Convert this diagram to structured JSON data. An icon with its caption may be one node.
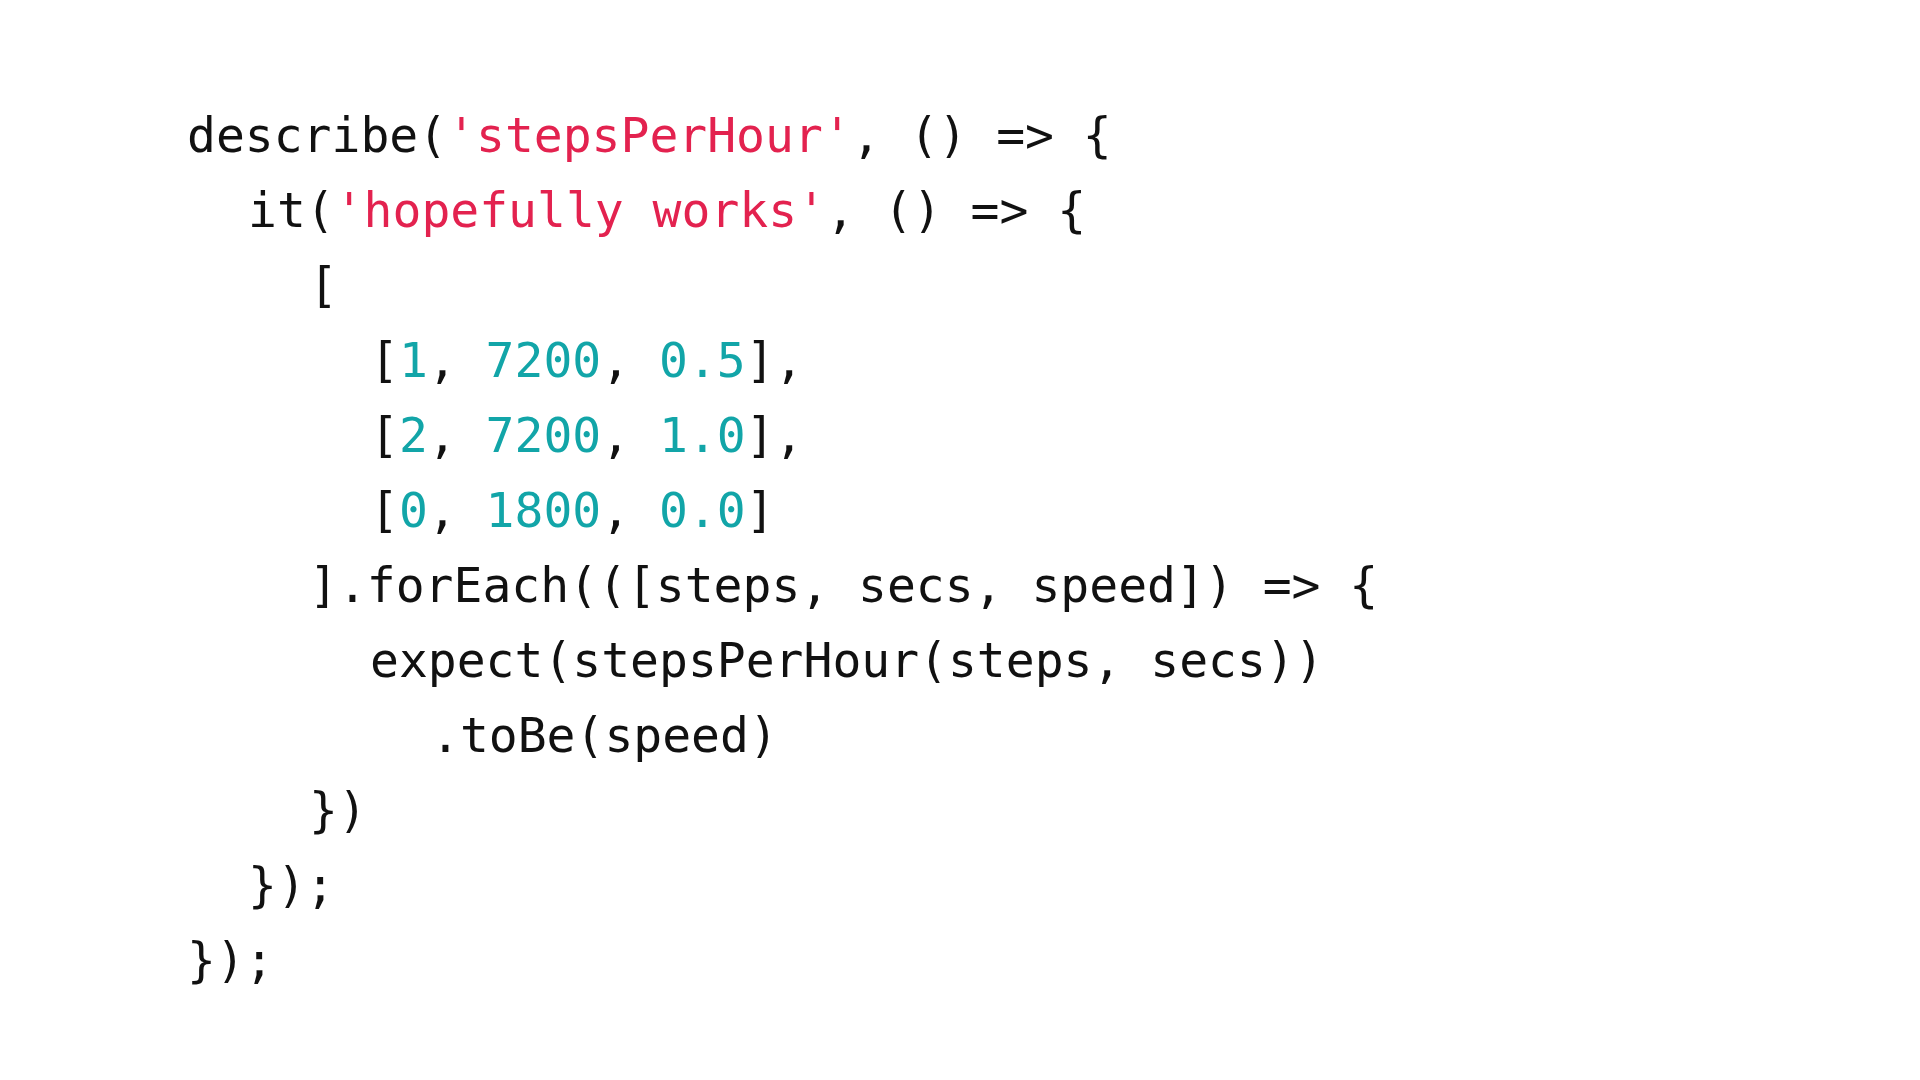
{
  "diagram": {
    "labels": [
      "describe('stepsPerHour', () => {",
      "it('hopefully works', () => {",
      "[",
      "[1, 7200, 0.5],",
      "[2, 7200, 1.0],",
      "[0, 1800, 0.0]",
      "].forEach(([steps, secs, speed]) => {",
      "expect(stepsPerHour(steps, secs))",
      ".toBe(speed)",
      "})",
      "});",
      "});"
    ]
  }
}
